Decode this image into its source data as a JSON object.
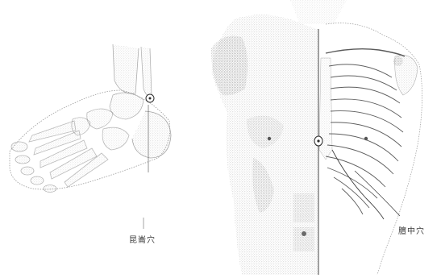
{
  "labels": {
    "left_point": "昆崙穴",
    "right_point": "膻中穴"
  },
  "colors": {
    "ink": "#2b2b2b",
    "stipple": "#8c8c8c",
    "shade": "#b9b9b9",
    "background": "#ffffff"
  },
  "icons": {
    "left_figure": "foot-ankle-skeleton-illustration",
    "right_figure": "torso-ribcage-illustration",
    "point_markers": "acupoint-circle-marker"
  }
}
